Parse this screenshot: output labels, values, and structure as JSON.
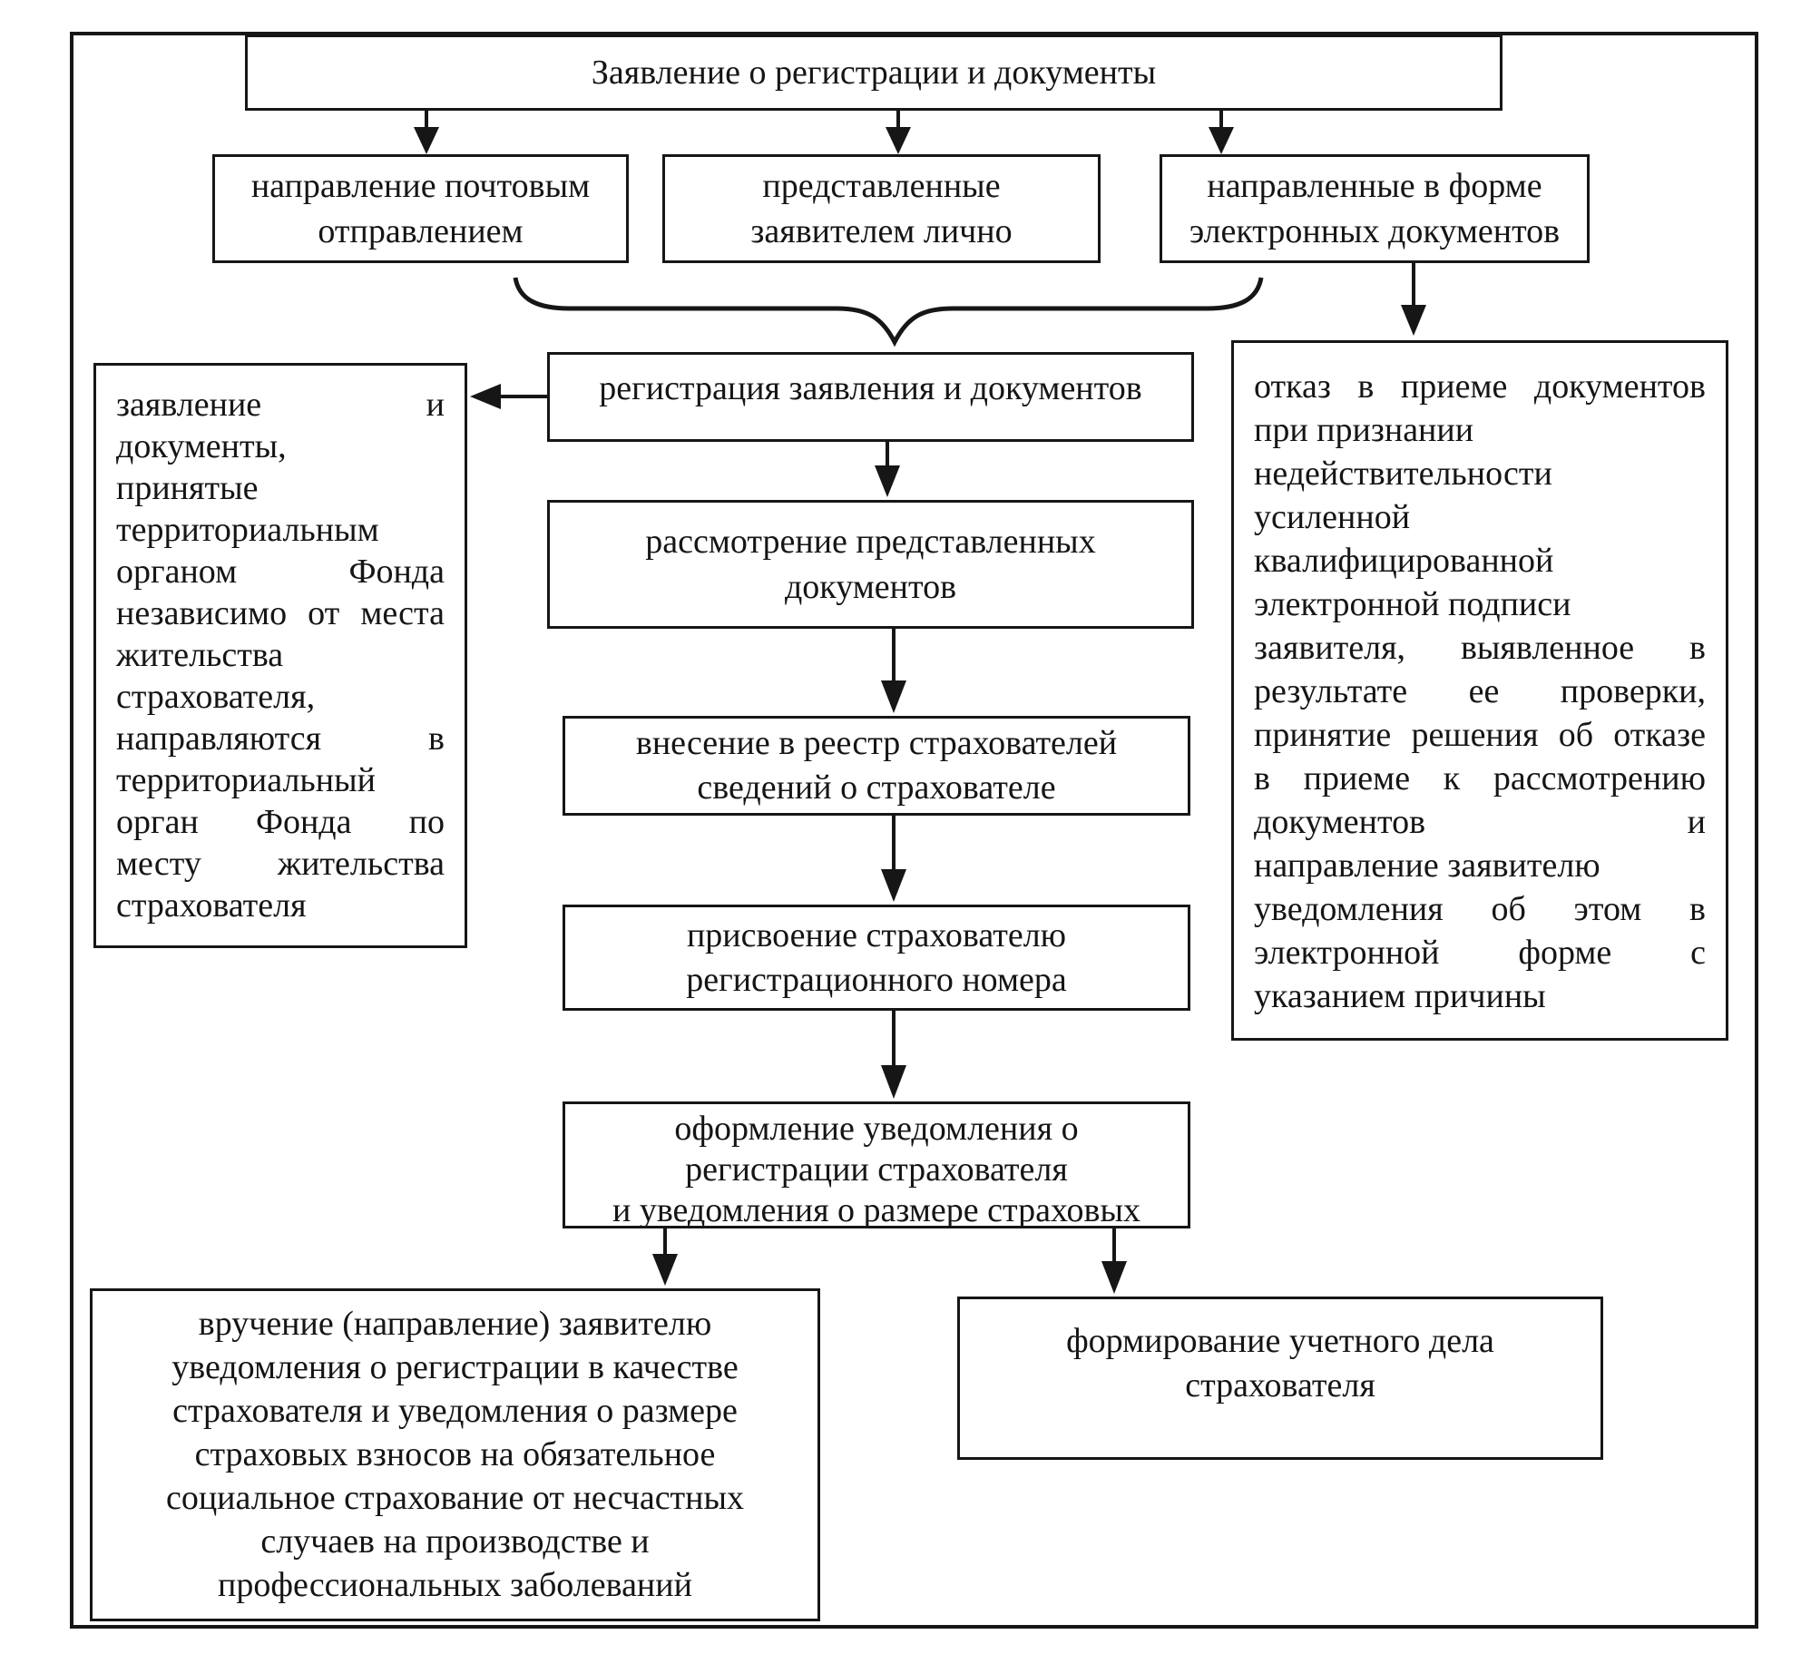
{
  "diagram": {
    "top_box": "Заявление о регистрации и документы",
    "channels": [
      "направление почтовым\nотправлением",
      "представленные\nзаявителем лично",
      "направленные в форме\nэлектронных документов"
    ],
    "steps": [
      "регистрация заявления и документов",
      "рассмотрение представленных\nдокументов",
      "внесение в реестр страхователей\nсведений о страхователе",
      "присвоение страхователю\nрегистрационного номера",
      "оформление уведомления о\nрегистрации страхователя\nи уведомления о размере страховых"
    ],
    "left_note": {
      "lines": [
        "заявление и",
        "документы,",
        "принятые",
        "территориальным",
        "органом Фонда",
        "независимо от места",
        "жительства",
        "страхователя,",
        "направляются в",
        "территориальный",
        "орган Фонда по",
        "месту жительства",
        "страхователя"
      ],
      "no_stretch": []
    },
    "right_note": {
      "lines": [
        "отказ в приеме документов",
        "при признании",
        "недействительности",
        "усиленной",
        "квалифицированной",
        "электронной подписи",
        "заявителя, выявленное в",
        "результате ее проверки,",
        "принятие решения об отказе",
        "в приеме к рассмотрению",
        "документов и",
        "направление заявителю",
        "уведомления об этом в",
        "электронной форме с",
        "указанием причины"
      ],
      "no_stretch": [
        1,
        5,
        11,
        14
      ]
    },
    "outcomes": {
      "left": "вручение (направление) заявителю\nуведомления о регистрации в качестве\nстрахователя и уведомления о размере\nстраховых взносов на обязательное\nсоциальное страхование от несчастных\nслучаев на производстве и\nпрофессиональных заболеваний",
      "right": "формирование учетного дела\nстрахователя"
    },
    "colors": {
      "ink": "#161616",
      "paper": "#ffffff"
    }
  }
}
